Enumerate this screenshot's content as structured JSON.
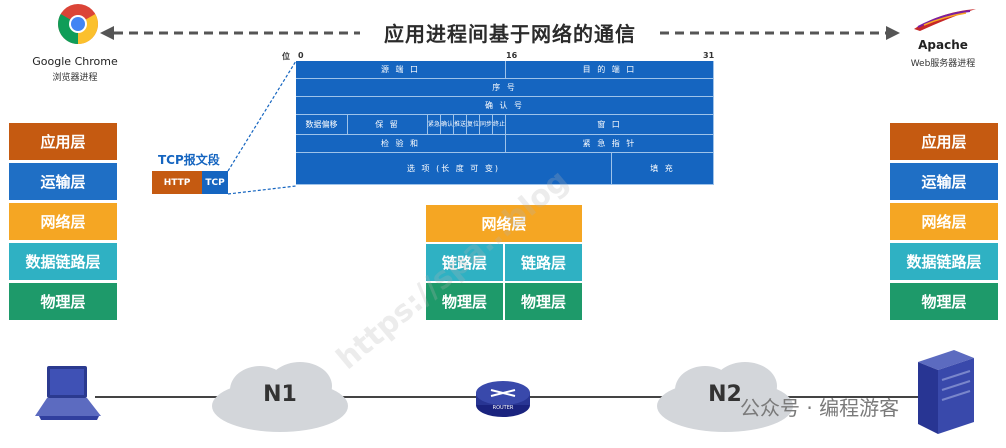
{
  "headline": "应用进程间基于网络的通信",
  "left_endpoint": {
    "title": "Google Chrome",
    "subtitle": "浏览器进程"
  },
  "right_endpoint": {
    "title": "Apache",
    "subtitle": "Web服务器进程"
  },
  "left_stack": [
    "应用层",
    "运输层",
    "网络层",
    "数据链路层",
    "物理层"
  ],
  "right_stack": [
    "应用层",
    "运输层",
    "网络层",
    "数据链路层",
    "物理层"
  ],
  "router_stack": {
    "top": "网络层",
    "left": [
      "链路层",
      "物理层"
    ],
    "right": [
      "链路层",
      "物理层"
    ]
  },
  "tcp_segment": {
    "title": "TCP报文段",
    "http": "HTTP",
    "tcp": "TCP"
  },
  "tcp_header": {
    "bit_label": "位",
    "bits": [
      "0",
      "16",
      "31"
    ],
    "src_port": "源 端 口",
    "dst_port": "目 的 端 口",
    "seq": "序 号",
    "ack": "确 认 号",
    "data_offset": "数据偏移",
    "reserved": "保  留",
    "flags": [
      "紧急",
      "确认",
      "推送",
      "复位",
      "同步",
      "终止"
    ],
    "window": "窗  口",
    "checksum": "检 验 和",
    "urgent_ptr": "紧 急 指 针",
    "options": "选 项 (长 度 可 变)",
    "padding": "填  充"
  },
  "network": {
    "cloud1": "N1",
    "cloud2": "N2",
    "router_label": "ROUTER"
  },
  "watermark": {
    "diagonal": "https://spa...blog",
    "footer": "公众号 · 编程游客"
  }
}
